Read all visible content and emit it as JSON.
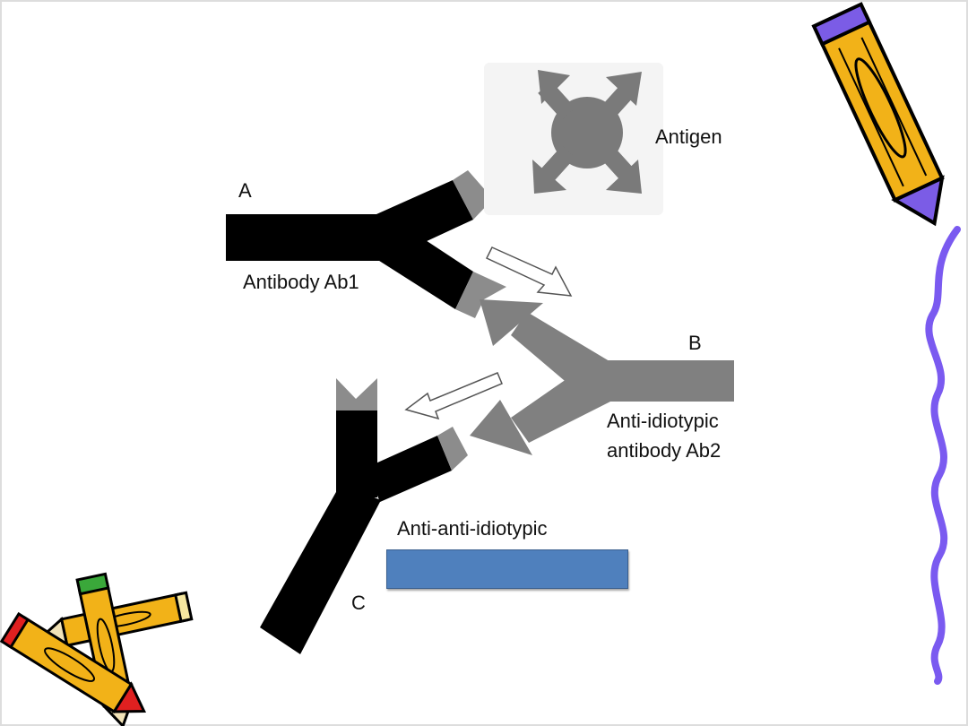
{
  "labels": {
    "a": "A",
    "ab1": "Antibody Ab1",
    "antigen": "Antigen",
    "b": "B",
    "ab2_line1": "Anti-idiotypic",
    "ab2_line2": "antibody Ab2",
    "ab3": "Anti-anti-idiotypic",
    "c": "C"
  },
  "colors": {
    "antibody_black": "#000000",
    "antibody_gray": "#808080",
    "tip_gray": "#888888",
    "antigen_gray": "#7a7a7a",
    "arrow_outline": "#555555",
    "cover_box": "#4f80bd",
    "pencil_body": "#f2b218",
    "pencil_tip_purple": "#7b5ce6",
    "squiggle": "#7a5af0"
  },
  "icons": [
    "pencil-icon",
    "pencils-icon",
    "squiggle-line"
  ]
}
